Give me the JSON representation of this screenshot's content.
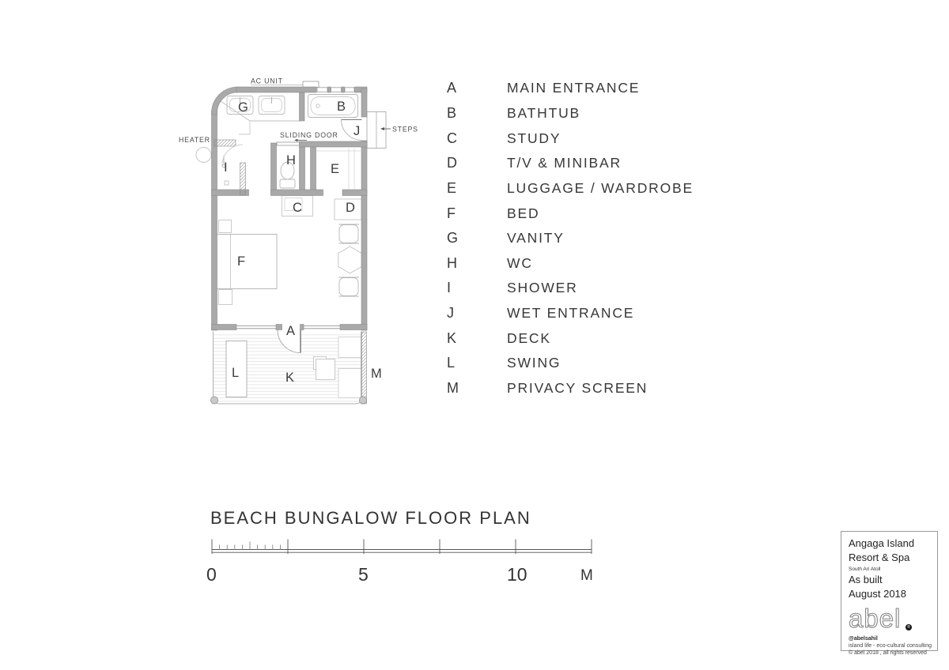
{
  "title": {
    "text": "BEACH BUNGALOW FLOOR PLAN"
  },
  "plan": {
    "annotations": {
      "ac_unit": "AC UNIT",
      "heater": "HEATER",
      "sliding_door": "SLIDING DOOR",
      "steps": "STEPS"
    }
  },
  "legend": {
    "items": [
      {
        "letter": "A",
        "label": "MAIN ENTRANCE"
      },
      {
        "letter": "B",
        "label": "BATHTUB"
      },
      {
        "letter": "C",
        "label": "STUDY"
      },
      {
        "letter": "D",
        "label": "T/V & MINIBAR"
      },
      {
        "letter": "E",
        "label": "LUGGAGE / WARDROBE"
      },
      {
        "letter": "F",
        "label": "BED"
      },
      {
        "letter": "G",
        "label": "VANITY"
      },
      {
        "letter": "H",
        "label": "WC"
      },
      {
        "letter": "I",
        "label": "SHOWER"
      },
      {
        "letter": "J",
        "label": "WET ENTRANCE"
      },
      {
        "letter": "K",
        "label": "DECK"
      },
      {
        "letter": "L",
        "label": "SWING"
      },
      {
        "letter": "M",
        "label": "PRIVACY SCREEN"
      }
    ]
  },
  "scale_bar": {
    "labels": [
      "0",
      "5",
      "10",
      "M"
    ]
  },
  "title_block": {
    "resort_line1": "Angaga Island",
    "resort_line2": "Resort & Spa",
    "location": "South Ari Atoll",
    "status": "As built",
    "date": "August 2018",
    "logo": "abel",
    "logo_mark": "®",
    "handle": "@abelsahil",
    "tagline": "island life - eco-cultural consulting",
    "copyright": "© abel 2018 , all rights reserved"
  },
  "colors": {
    "wall": "#a9a9a9",
    "wall_edge": "#8c8c8c",
    "fixture_line": "#bdbdbd",
    "ink": "#3a3a3a",
    "deck_plank": "#dcdcdc"
  }
}
